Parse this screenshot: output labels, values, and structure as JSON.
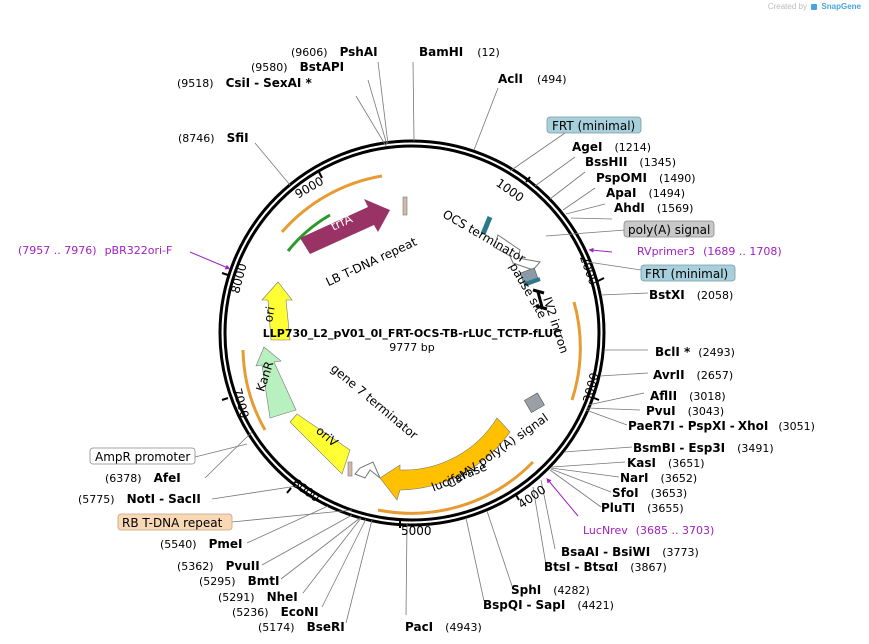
{
  "credit": {
    "prefix": "Created by",
    "brand": "SnapGene"
  },
  "plasmid": {
    "name": "LLP730_L2_pV01_0I_FRT-OCS-TB-rLUC_TCTP-fLUC",
    "size": "9777 bp",
    "ticks": [
      "1000",
      "2000",
      "3000",
      "4000",
      "5000",
      "6000",
      "7000",
      "8000",
      "9000"
    ]
  },
  "sites": [
    {
      "name": "BamHI",
      "pos": "(12)"
    },
    {
      "name": "AclI",
      "pos": "(494)"
    },
    {
      "name": "AgeI",
      "pos": "(1214)"
    },
    {
      "name": "BssHII",
      "pos": "(1345)"
    },
    {
      "name": "PspOMI",
      "pos": "(1490)"
    },
    {
      "name": "ApaI",
      "pos": "(1494)"
    },
    {
      "name": "AhdI",
      "pos": "(1569)"
    },
    {
      "name": "BstXI",
      "pos": "(2058)"
    },
    {
      "name": "BclI *",
      "pos": "(2493)"
    },
    {
      "name": "AvrII",
      "pos": "(2657)"
    },
    {
      "name": "AflII",
      "pos": "(3018)"
    },
    {
      "name": "PvuI",
      "pos": "(3043)"
    },
    {
      "name": "PaeR7I",
      "name2": "PspXI",
      "name3": "XhoI",
      "pos": "(3051)"
    },
    {
      "name": "BsmBI",
      "name2": "Esp3I",
      "pos": "(3491)"
    },
    {
      "name": "KasI",
      "pos": "(3651)"
    },
    {
      "name": "NarI",
      "pos": "(3652)"
    },
    {
      "name": "SfoI",
      "pos": "(3653)"
    },
    {
      "name": "PluTI",
      "pos": "(3655)"
    },
    {
      "name": "BsaAI",
      "name2": "BsiWI",
      "pos": "(3773)"
    },
    {
      "name": "BtsI",
      "name2": "BtsαI",
      "pos": "(3867)"
    },
    {
      "name": "SphI",
      "pos": "(4282)"
    },
    {
      "name": "BspQI",
      "name2": "SapI",
      "pos": "(4421)"
    },
    {
      "name": "PacI",
      "pos": "(4943)"
    },
    {
      "name": "BseRI",
      "pos": "(5174)"
    },
    {
      "name": "EcoNI",
      "pos": "(5236)"
    },
    {
      "name": "NheI",
      "pos": "(5291)"
    },
    {
      "name": "BmtI",
      "pos": "(5295)"
    },
    {
      "name": "PvuII",
      "pos": "(5362)"
    },
    {
      "name": "PmeI",
      "pos": "(5540)"
    },
    {
      "name": "NotI",
      "name2": "SacII",
      "pos": "(5775)"
    },
    {
      "name": "AfeI",
      "pos": "(6378)"
    },
    {
      "name": "SfiI",
      "pos": "(8746)"
    },
    {
      "name": "CsiI",
      "name2": "SexAI *",
      "pos": "(9518)"
    },
    {
      "name": "BstAPI",
      "pos": "(9580)"
    },
    {
      "name": "PshAI",
      "pos": "(9606)"
    }
  ],
  "primers": [
    {
      "name": "RVprimer3",
      "range": "(1689 .. 1708)"
    },
    {
      "name": "LucNrev",
      "range": "(3685 .. 3703)"
    },
    {
      "name": "pBR322ori-F",
      "range": "(7957 .. 7976)"
    }
  ],
  "boxed_features": [
    {
      "label": "FRT (minimal)",
      "color": "#a8d0dc"
    },
    {
      "label": "poly(A) signal",
      "color": "#c8c8c8"
    },
    {
      "label": "FRT (minimal)",
      "color": "#a8d0dc"
    },
    {
      "label": "AmpR promoter",
      "color": "#ffffff"
    },
    {
      "label": "RB T-DNA repeat",
      "color": "#f9d9b5"
    }
  ],
  "features": [
    {
      "label": "trfA",
      "color": "#993366"
    },
    {
      "label": "LB T-DNA repeat",
      "color": ""
    },
    {
      "label": "OCS terminator",
      "color": ""
    },
    {
      "label": "pause site",
      "color": ""
    },
    {
      "label": "IV2 intron",
      "color": ""
    },
    {
      "label": "CaMV poly(A) signal",
      "color": ""
    },
    {
      "label": "luciferase",
      "color": "#ffc000"
    },
    {
      "label": "gene 7 terminator",
      "color": ""
    },
    {
      "label": "oriV",
      "color": "#ffff33"
    },
    {
      "label": "KanR",
      "color": "#b8f0c0"
    },
    {
      "label": "ori",
      "color": "#ffff33"
    }
  ]
}
